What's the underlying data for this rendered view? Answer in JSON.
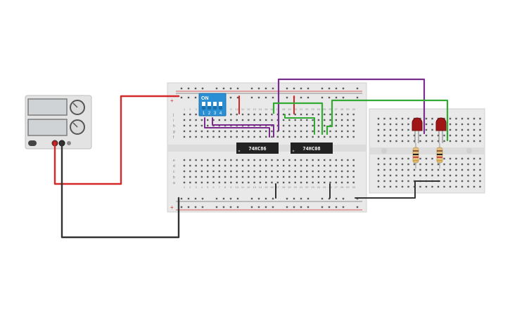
{
  "chips": [
    {
      "label": "74HC86"
    },
    {
      "label": "74HC08"
    }
  ],
  "dip_switch": {
    "on_label": "ON",
    "numbers": [
      "1",
      "2",
      "3",
      "4"
    ]
  },
  "breadboard_main": {
    "row_letters_top": [
      "j",
      "i",
      "h",
      "g",
      "f"
    ],
    "row_letters_bottom": [
      "e",
      "d",
      "c",
      "b",
      "a"
    ],
    "column_numbers": [
      "1",
      "2",
      "3",
      "4",
      "5",
      "6",
      "7",
      "8",
      "9",
      "10",
      "11",
      "12",
      "13",
      "14",
      "15",
      "16",
      "17",
      "18",
      "19",
      "20",
      "21",
      "22",
      "23",
      "24",
      "25",
      "26",
      "27",
      "28",
      "29",
      "30"
    ]
  },
  "rail_signs": {
    "plus": "+",
    "minus": "−"
  },
  "colors": {
    "wire_red": "#d62828",
    "wire_black": "#333333",
    "wire_purple": "#7b2d8e",
    "wire_green": "#33aa33",
    "dip_blue": "#2b8fd6",
    "chip_body": "#222222",
    "breadboard": "#e9e9e9",
    "psu_body": "#e3e3e3",
    "led_red": "#a01515"
  }
}
